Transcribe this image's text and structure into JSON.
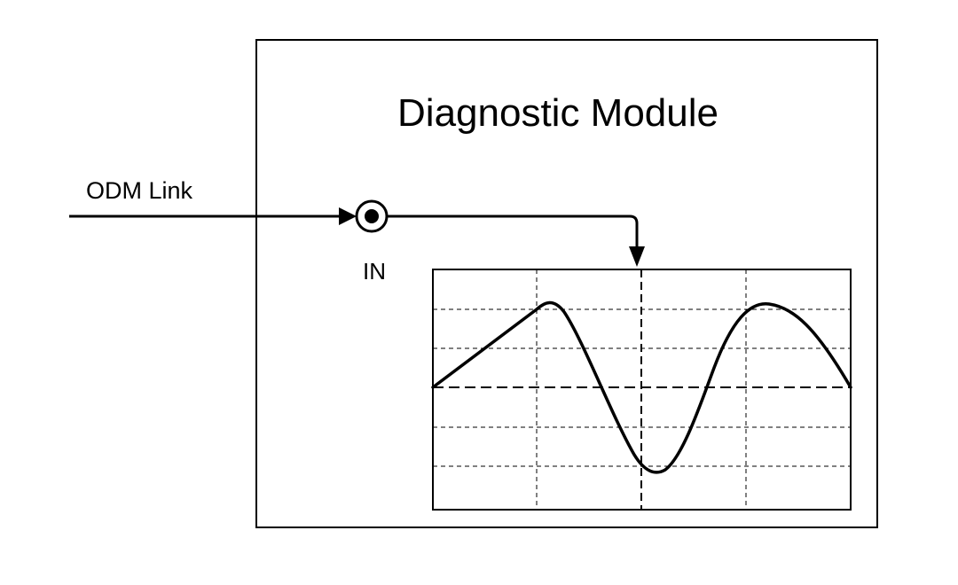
{
  "module": {
    "title": "Diagnostic Module"
  },
  "link": {
    "label": "ODM Link"
  },
  "input_port": {
    "label": "IN"
  },
  "colors": {
    "line": "#000000",
    "background": "#ffffff"
  }
}
